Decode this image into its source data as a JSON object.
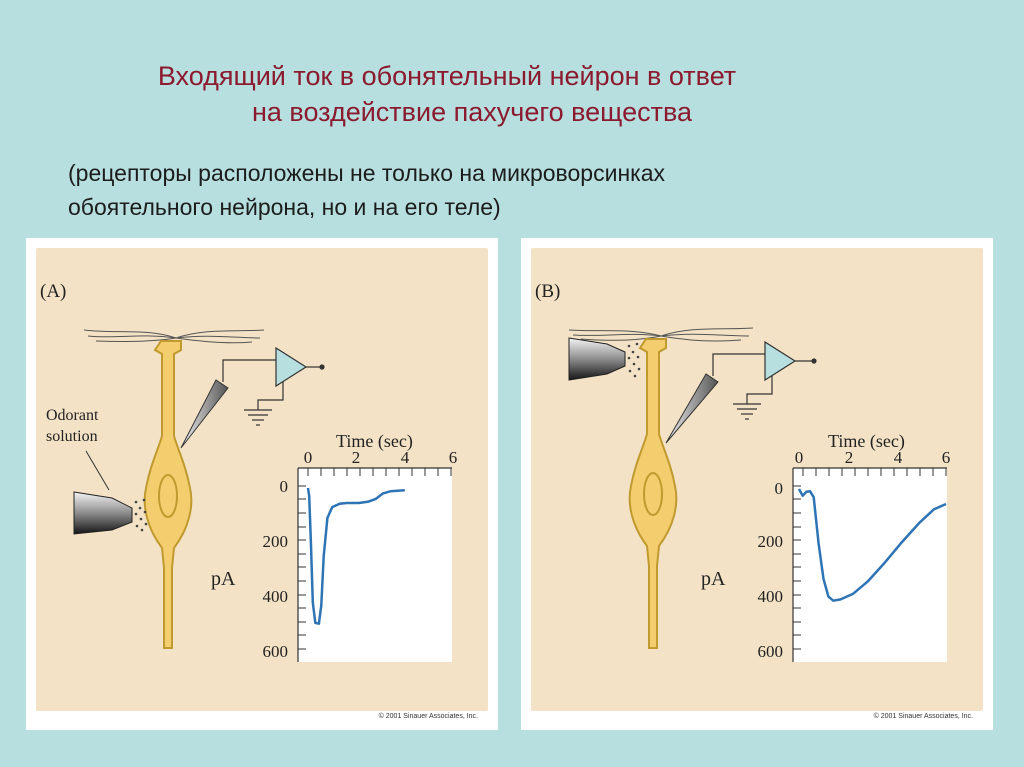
{
  "title": {
    "line1": "Входящий ток в обонятельный нейрон в ответ",
    "line2": "на воздействие пахучего вещества"
  },
  "subtitle": {
    "line1": "(рецепторы расположены не только на микроворсинках",
    "line2": "обоятельного нейрона, но и на его теле)"
  },
  "colors": {
    "background": "#b7dfe0",
    "panel_bg": "#f3e2c5",
    "neuron_fill": "#f3cd6e",
    "neuron_stroke": "#c09a2e",
    "trace": "#2e74b5",
    "title": "#8b1a2e"
  },
  "panels": [
    {
      "label": "(A)",
      "odorant_label_1": "Odorant",
      "odorant_label_2": "solution",
      "axis_title": "Time (sec)",
      "x_ticks": [
        "0",
        "2",
        "4",
        "6"
      ],
      "y_ticks": [
        "0",
        "200",
        "400",
        "600"
      ],
      "y_label": "pA",
      "copyright": "© 2001 Sinauer Associates, Inc."
    },
    {
      "label": "(B)",
      "axis_title": "Time (sec)",
      "x_ticks": [
        "0",
        "2",
        "4",
        "6"
      ],
      "y_ticks": [
        "0",
        "200",
        "400",
        "600"
      ],
      "y_label": "pA",
      "copyright": "© 2001 Sinauer Associates, Inc."
    }
  ],
  "traces": {
    "units": {
      "x": "sec",
      "y": "pA"
    },
    "a": [
      [
        0,
        0
      ],
      [
        0.05,
        30
      ],
      [
        0.12,
        200
      ],
      [
        0.2,
        420
      ],
      [
        0.3,
        495
      ],
      [
        0.45,
        498
      ],
      [
        0.55,
        430
      ],
      [
        0.65,
        250
      ],
      [
        0.8,
        110
      ],
      [
        1.0,
        70
      ],
      [
        1.3,
        58
      ],
      [
        1.6,
        55
      ],
      [
        2.1,
        55
      ],
      [
        2.5,
        50
      ],
      [
        2.8,
        40
      ],
      [
        3.1,
        20
      ],
      [
        3.4,
        12
      ],
      [
        3.7,
        10
      ],
      [
        4.0,
        8
      ]
    ],
    "b": [
      [
        0,
        0
      ],
      [
        0.15,
        25
      ],
      [
        0.3,
        10
      ],
      [
        0.45,
        8
      ],
      [
        0.6,
        30
      ],
      [
        0.8,
        200
      ],
      [
        1.0,
        330
      ],
      [
        1.2,
        395
      ],
      [
        1.4,
        410
      ],
      [
        1.7,
        405
      ],
      [
        2.2,
        385
      ],
      [
        2.8,
        340
      ],
      [
        3.5,
        270
      ],
      [
        4.2,
        195
      ],
      [
        4.9,
        125
      ],
      [
        5.5,
        75
      ],
      [
        6.0,
        55
      ]
    ]
  }
}
